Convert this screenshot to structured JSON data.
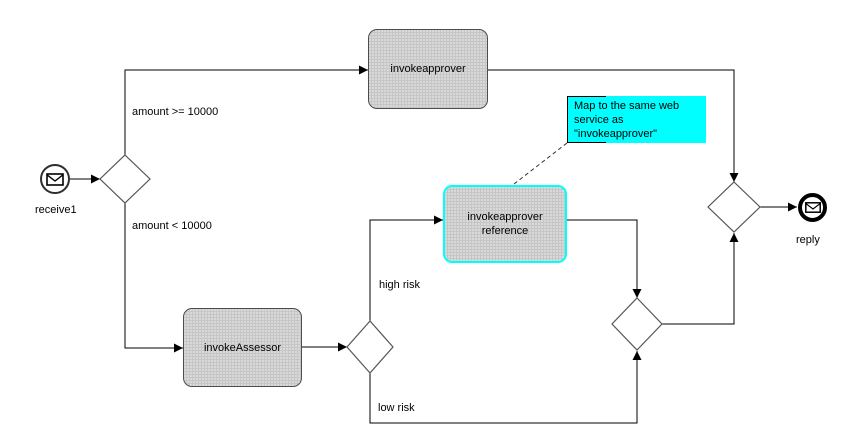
{
  "diagram": {
    "type": "bpmn-process",
    "colors": {
      "task_fill": "#c6c6c6",
      "task_border": "#4c4c4c",
      "highlight": "#00ffff",
      "note_fill": "#00ffff",
      "flow_line": "#000000",
      "gateway_stroke": "#555555",
      "text": "#000000"
    },
    "nodes": {
      "start": {
        "label": "receive1",
        "icon": "envelope-icon"
      },
      "approver": {
        "label": "invokeapprover"
      },
      "assessor": {
        "label": "invokeAssessor"
      },
      "reference": {
        "label": "invokeapprover reference"
      },
      "end": {
        "label": "reply",
        "icon": "envelope-icon"
      }
    },
    "annotation": {
      "text": "Map to the same web service as \"invokeapprover\""
    },
    "edge_labels": {
      "amount_gte": "amount >= 10000",
      "amount_lt": "amount < 10000",
      "high_risk": "high risk",
      "low_risk": "low risk"
    }
  }
}
